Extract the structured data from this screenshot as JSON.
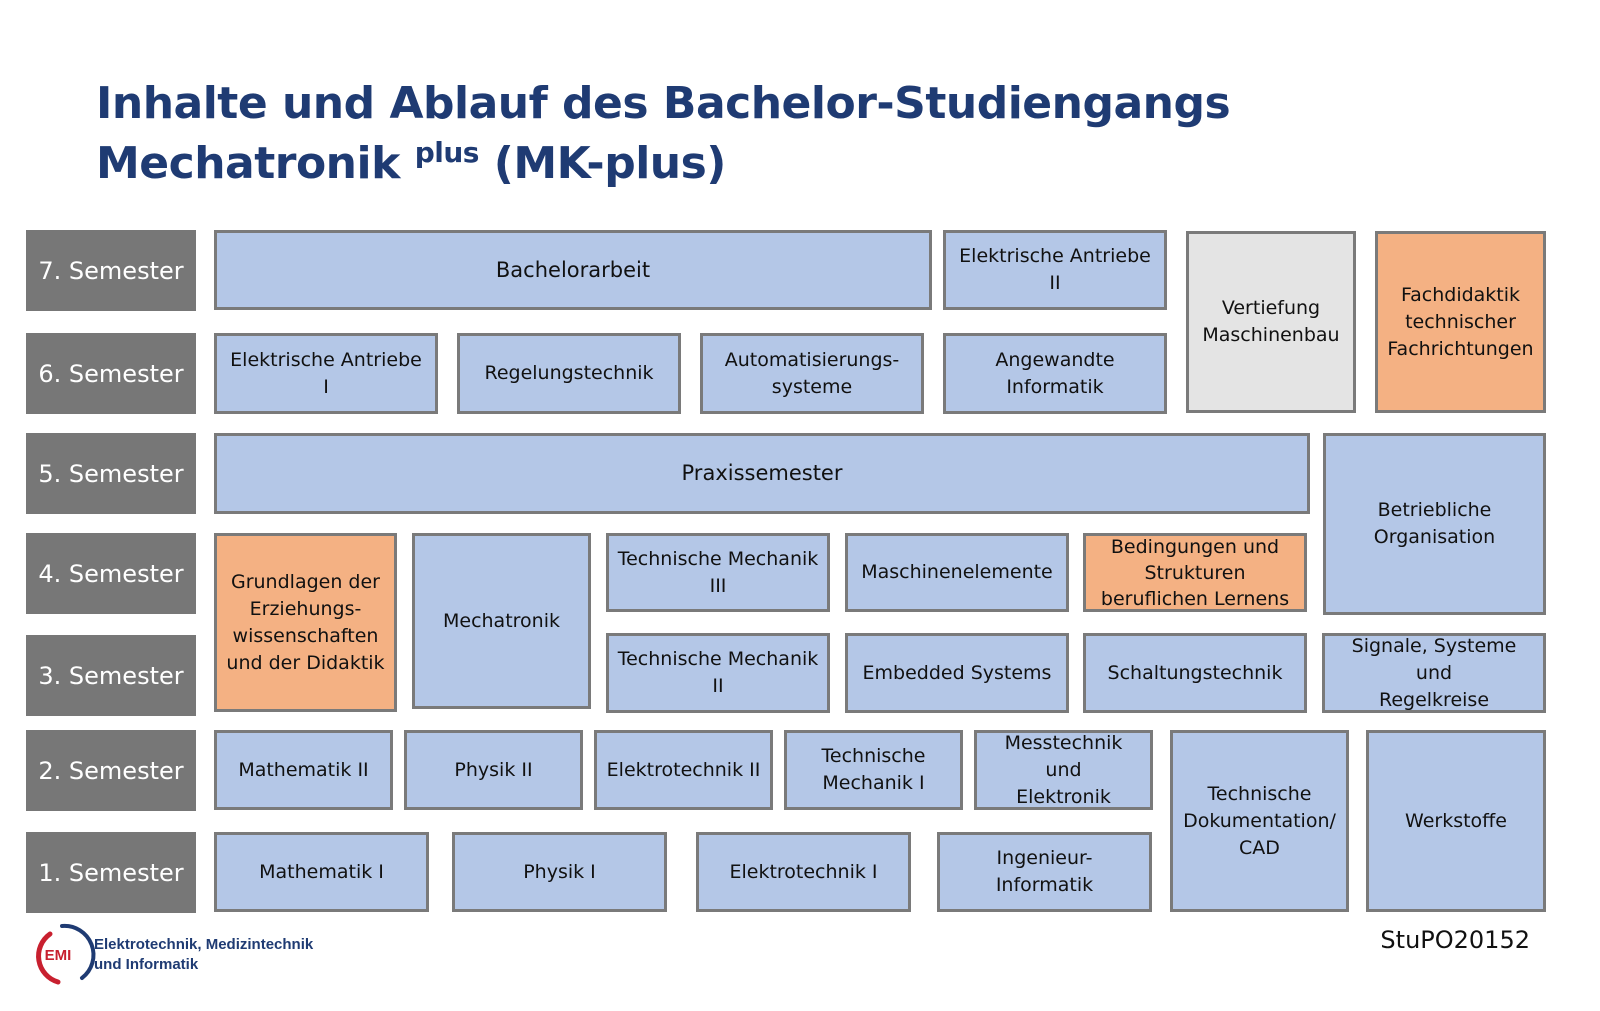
{
  "title": {
    "line1": "Inhalte und Ablauf des Bachelor-Studiengangs",
    "line2_main": "Mechatronik",
    "line2_sup": "plus",
    "line2_end": "(MK-plus)"
  },
  "semesters": [
    "7. Semester",
    "6. Semester",
    "5. Semester",
    "4. Semester",
    "3. Semester",
    "2. Semester",
    "1. Semester"
  ],
  "modules": {
    "bachelorarbeit": "Bachelorarbeit",
    "elektrische_antriebe_2": "Elektrische Antriebe\nII",
    "vertiefung_maschinenbau": "Vertiefung\nMaschinenbau",
    "fachdidaktik": "Fachdidaktik\ntechnischer\nFachrichtungen",
    "elektrische_antriebe_1": "Elektrische Antriebe\nI",
    "regelungstechnik": "Regelungstechnik",
    "automatisierungssysteme": "Automatisierungs-\nsysteme",
    "angewandte_informatik": "Angewandte\nInformatik",
    "praxissemester": "Praxissemester",
    "betriebliche_organisation": "Betriebliche\nOrganisation",
    "grundlagen_erziehung": "Grundlagen der\nErziehungs-\nwissenschaften\nund der Didaktik",
    "mechatronik": "Mechatronik",
    "technische_mechanik_3": "Technische Mechanik\nIII",
    "maschinenelemente": "Maschinenelemente",
    "bedingungen_strukturen": "Bedingungen und\nStrukturen\nberuflichen Lernens",
    "technische_mechanik_2": "Technische Mechanik\nII",
    "embedded_systems": "Embedded Systems",
    "schaltungstechnik": "Schaltungstechnik",
    "signale_systeme": "Signale, Systeme und\nRegelkreise",
    "mathematik_2": "Mathematik II",
    "physik_2": "Physik II",
    "elektrotechnik_2": "Elektrotechnik II",
    "technische_mechanik_1": "Technische\nMechanik I",
    "messtechnik": "Messtechnik und\nElektronik",
    "technische_dokumentation": "Technische\nDokumentation/\nCAD",
    "werkstoffe": "Werkstoffe",
    "mathematik_1": "Mathematik I",
    "physik_1": "Physik I",
    "elektrotechnik_1": "Elektrotechnik I",
    "ingenieur_informatik": "Ingenieur-Informatik"
  },
  "footer": {
    "logo_abbr": "EMI",
    "logo_line1": "Elektrotechnik, Medizintechnik",
    "logo_line2": "und Informatik",
    "stupo": "StuPO20152"
  },
  "colors": {
    "title": "#1f3b73",
    "semester_label": "#777777",
    "module_blue": "#b4c7e7",
    "module_orange": "#f4b183",
    "module_gray": "#e4e4e4",
    "logo_red": "#c8202f"
  }
}
